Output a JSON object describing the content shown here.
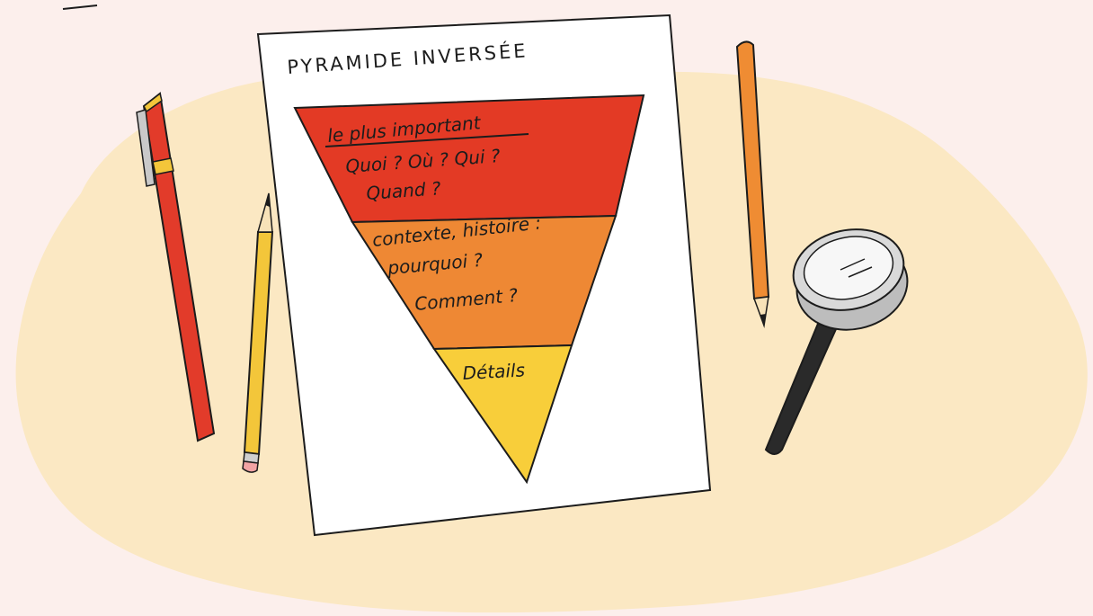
{
  "diagram": {
    "title": "PYRAMIDE INVERSÉE",
    "levels": [
      {
        "lines": [
          "le plus important",
          "Quoi ? Où ? Qui ?",
          "Quand ?"
        ],
        "color": "#e33a25"
      },
      {
        "lines": [
          "contexte, histoire :",
          "pourquoi ?",
          "Comment ?"
        ],
        "color": "#ee8834"
      },
      {
        "lines": [
          "Détails"
        ],
        "color": "#f8ce3a"
      }
    ]
  },
  "objects": [
    {
      "name": "red pen",
      "icon": "pen-icon",
      "color": "#e23b2a"
    },
    {
      "name": "yellow pencil",
      "icon": "pencil-icon",
      "color": "#f3c63a"
    },
    {
      "name": "orange pencil",
      "icon": "pencil-icon",
      "color": "#ef8c33"
    },
    {
      "name": "magnifying glass",
      "icon": "magnifying-glass-icon",
      "color": "#2a2a2a"
    }
  ],
  "colors": {
    "background": "#fcefec",
    "table": "#fbe8c3",
    "paper": "#ffffff",
    "outline": "#1c1c1c"
  }
}
